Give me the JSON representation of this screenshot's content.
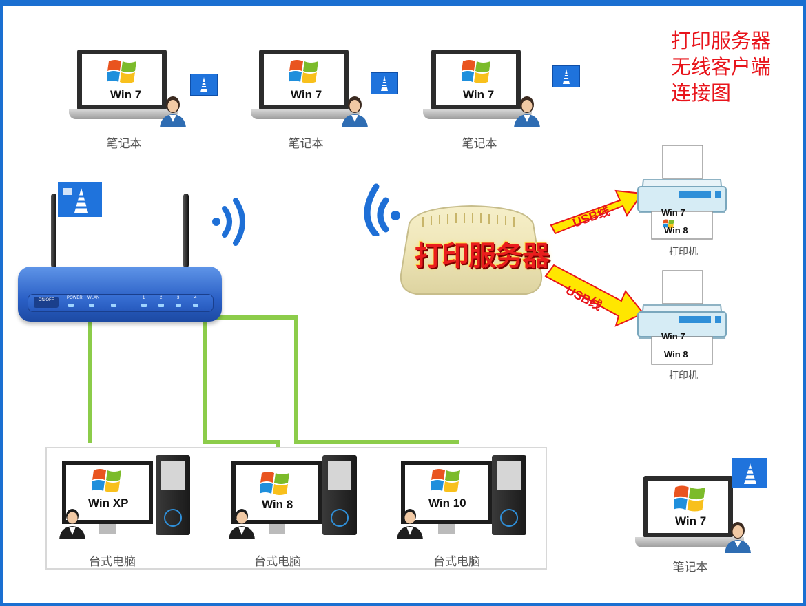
{
  "title": {
    "lines": [
      "打印服务器",
      "无线客户端",
      "连接图"
    ]
  },
  "colors": {
    "frame": "#1a6fd1",
    "title_red": "#e8141b",
    "wifi_blue": "#1f73dc",
    "cable_green": "#8ccc4a",
    "arrow_yellow": "#ffe600",
    "arrow_outline": "#e8141b"
  },
  "laptops": [
    {
      "os": "Win 7",
      "caption": "笔记本"
    },
    {
      "os": "Win 7",
      "caption": "笔记本"
    },
    {
      "os": "Win 7",
      "caption": "笔记本"
    },
    {
      "os": "Win 7",
      "caption": "笔记本"
    }
  ],
  "router": {
    "panel_labels": [
      "ON/OFF",
      "POWER",
      "WLAN",
      "1",
      "2",
      "3",
      "4"
    ]
  },
  "print_server": {
    "label": "打印服务器"
  },
  "usb_links": [
    {
      "label": "USB线"
    },
    {
      "label": "USB线"
    }
  ],
  "printers": [
    {
      "sheet_top": "Win 7",
      "sheet_bottom": "Win 8",
      "caption": "打印机"
    },
    {
      "sheet_top": "Win 7",
      "sheet_bottom": "Win 8",
      "caption": "打印机"
    }
  ],
  "desktops": [
    {
      "os": "Win XP",
      "caption": "台式电脑"
    },
    {
      "os": "Win 8",
      "caption": "台式电脑"
    },
    {
      "os": "Win 10",
      "caption": "台式电脑"
    }
  ],
  "icons": {
    "wifi_flag": "wifi-flag-icon",
    "windows_logo": "windows-logo-icon",
    "user": "user-avatar-icon",
    "signal": "wifi-signal-icon",
    "printer": "printer-icon"
  }
}
